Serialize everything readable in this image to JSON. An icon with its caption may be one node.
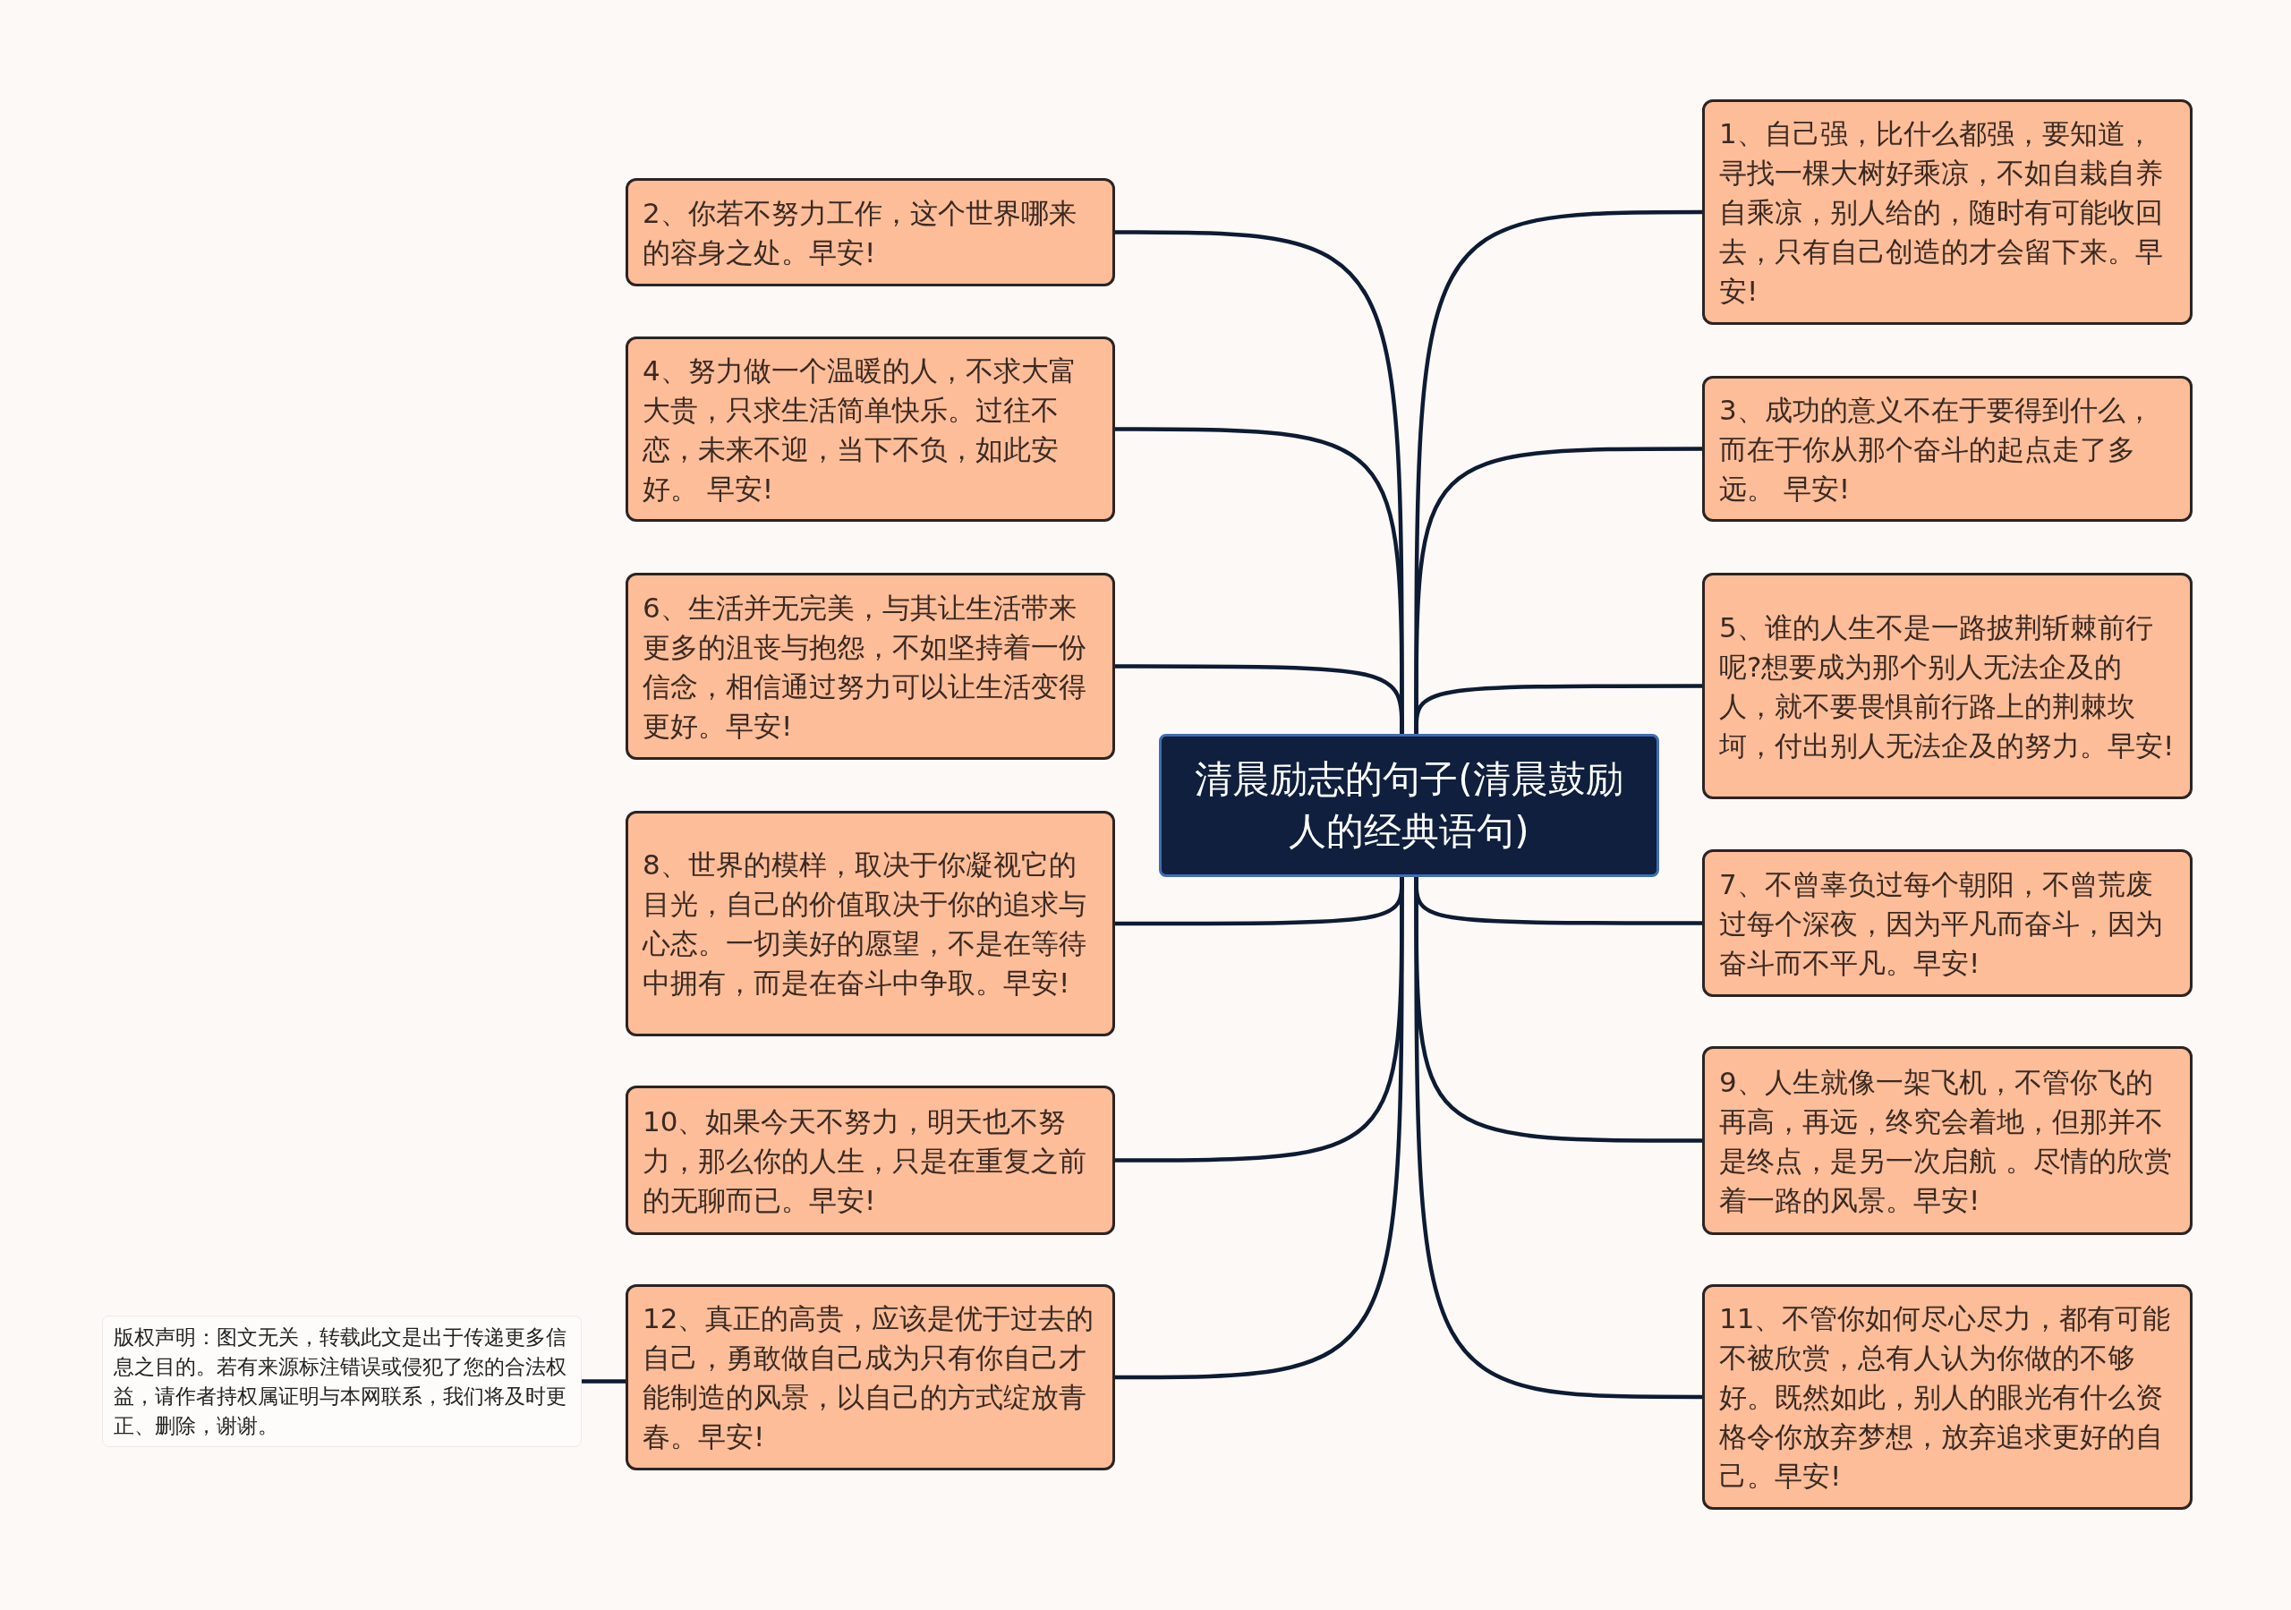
{
  "diagram": {
    "nodes": [
      {
        "text": [
          "清晨励志的句子(清晨鼓励人的经典语句)"
        ]
      },
      {
        "text": [
          "1、自己强，比什么都强，要知道，寻找一棵大树好乘凉，不如自栽自养自乘凉，别人给的，随时有可能收回去，只有自己创造的才会留下来。早安!"
        ]
      },
      {
        "text": [
          "2、你若不努力工作，这个世界哪来的容身之处。早安!"
        ]
      },
      {
        "text": [
          "3、成功的意义不在于要得到什么，而在于你从那个奋斗的起点走了多远。 早安!"
        ]
      },
      {
        "text": [
          "4、努力做一个温暖的人，不求大富大贵，只求生活简单快乐。过往不恋，未来不迎，当下不负，如此安好。 早安!"
        ]
      },
      {
        "text": [
          "5、谁的人生不是一路披荆斩棘前行呢?想要成为那个别人无法企及的人，就不要畏惧前行路上的荆棘坎坷，付出别人无法企及的努力。早安!"
        ]
      },
      {
        "text": [
          "6、生活并无完美，与其让生活带来更多的沮丧与抱怨，不如坚持着一份信念，相信通过努力可以让生活变得更好。早安!"
        ]
      },
      {
        "text": [
          "7、不曾辜负过每个朝阳，不曾荒废过每个深夜，因为平凡而奋斗，因为奋斗而不平凡。早安!"
        ]
      },
      {
        "text": [
          "8、世界的模样，取决于你凝视它的目光，自己的价值取决于你的追求与心态。一切美好的愿望，不是在等待中拥有，而是在奋斗中争取。早安!"
        ]
      },
      {
        "text": [
          "9、人生就像一架飞机，不管你飞的再高，再远，终究会着地，但那并不是终点，是另一次启航 。尽情的欣赏着一路的风景。早安!"
        ]
      },
      {
        "text": [
          "10、如果今天不努力，明天也不努力，那么你的人生，只是在重复之前的无聊而已。早安!"
        ]
      },
      {
        "text": [
          "11、不管你如何尽心尽力，都有可能不被欣赏，总有人认为你做的不够好。既然如此，别人的眼光有什么资格令你放弃梦想，放弃追求更好的自己。早安!"
        ]
      },
      {
        "text": [
          "12、真正的高贵，应该是优于过去的自己，勇敢做自己成为只有你自己才能制造的风景，以自己的方式绽放青春。早安!"
        ]
      },
      {
        "text": [
          "版权声明：图文无关，转载此文是出于传递更多信息之目的。若有来源标注错误或侵犯了您的合法权益，请作者持权属证明与本网联系，我们将及时更正、删除，谢谢。"
        ]
      }
    ],
    "edges": [
      {
        "from": 0,
        "to": 1,
        "arrow": "none"
      },
      {
        "from": 0,
        "to": 2,
        "arrow": "none"
      },
      {
        "from": 0,
        "to": 3,
        "arrow": "none"
      },
      {
        "from": 0,
        "to": 4,
        "arrow": "none"
      },
      {
        "from": 0,
        "to": 5,
        "arrow": "none"
      },
      {
        "from": 0,
        "to": 6,
        "arrow": "none"
      },
      {
        "from": 0,
        "to": 7,
        "arrow": "none"
      },
      {
        "from": 0,
        "to": 8,
        "arrow": "none"
      },
      {
        "from": 0,
        "to": 9,
        "arrow": "none"
      },
      {
        "from": 0,
        "to": 10,
        "arrow": "none"
      },
      {
        "from": 0,
        "to": 11,
        "arrow": "none"
      },
      {
        "from": 0,
        "to": 12,
        "arrow": "none"
      },
      {
        "from": 12,
        "to": 13,
        "arrow": "none"
      }
    ]
  }
}
